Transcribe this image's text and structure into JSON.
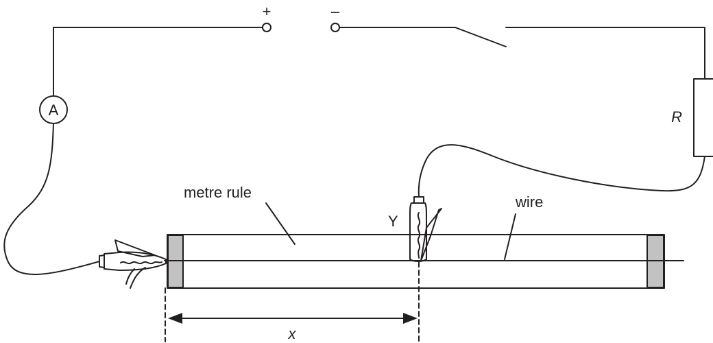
{
  "supply": {
    "positive_label": "+",
    "negative_label": "–"
  },
  "ammeter": {
    "label": "A"
  },
  "resistor": {
    "label": "R"
  },
  "labels": {
    "metre_rule": "metre rule",
    "wire": "wire",
    "contact_point": "Y",
    "distance": "x"
  },
  "colors": {
    "line": "#231f20",
    "rule_end_cap": "#c2c2c2",
    "background": "#ffffff"
  }
}
